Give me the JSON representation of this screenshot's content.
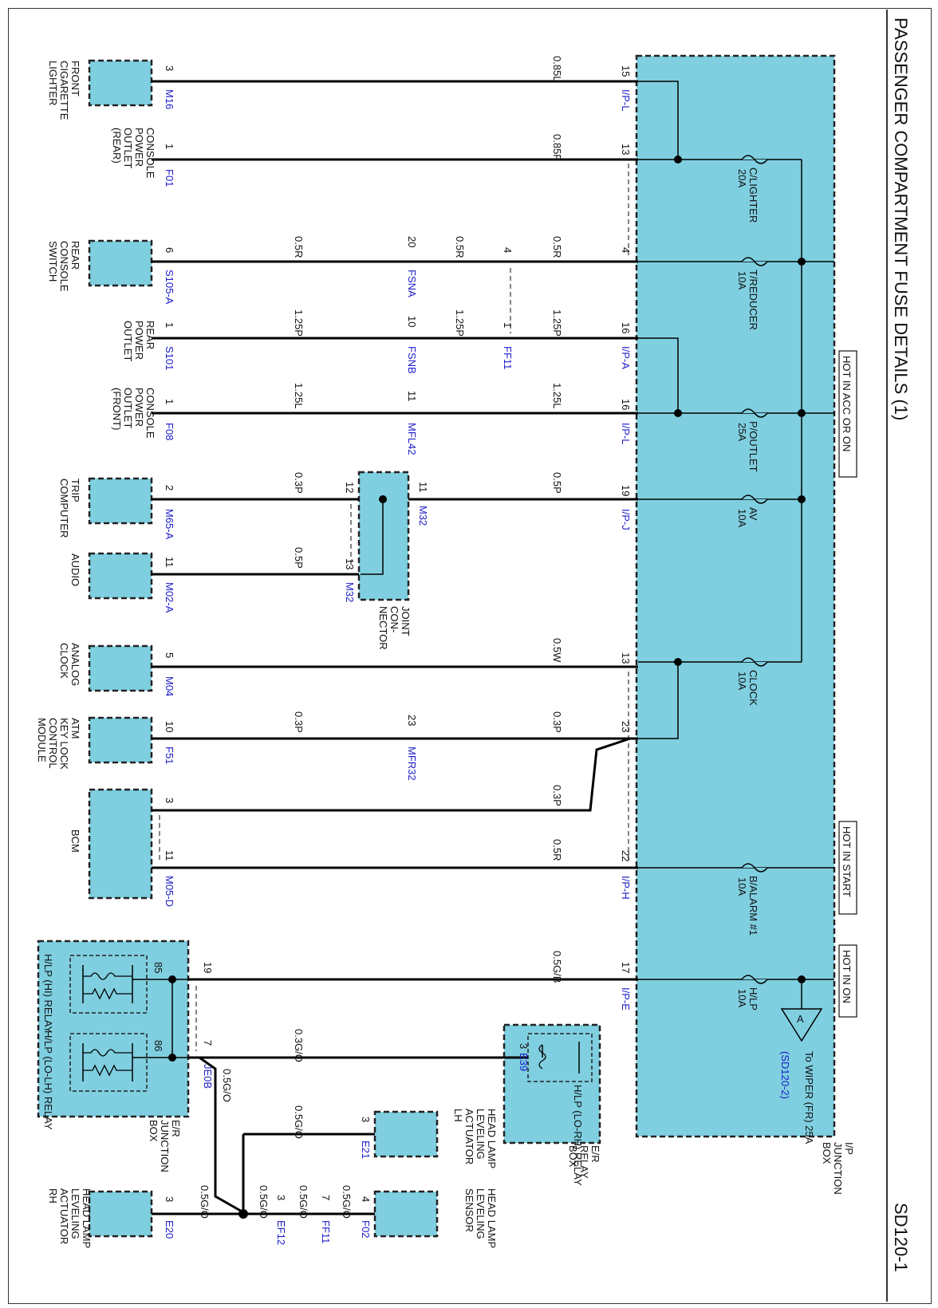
{
  "title": "PASSENGER COMPARTMENT FUSE DETAILS (1)",
  "page_code": "SD120-1",
  "supply_labels": {
    "acc_on": "HOT IN ACC OR ON",
    "start": "HOT IN START",
    "on": "HOT IN ON"
  },
  "junction_boxes": {
    "ip": "I/P JUNCTION BOX",
    "er_relay": "E/R RELAY BOX",
    "er_junction": "E/R JUNCTION BOX",
    "joint": "JOINT CON- NECTOR"
  },
  "offpage": {
    "letter": "A",
    "text": "To WIPER (FR) 25A",
    "ref": "(SD120-2)"
  },
  "fuses": [
    {
      "name": "C/LIGHTER",
      "rating": "20A"
    },
    {
      "name": "T/REDUCER",
      "rating": "10A"
    },
    {
      "name": "P/OUTLET",
      "rating": "25A"
    },
    {
      "name": "AV",
      "rating": "10A"
    },
    {
      "name": "CLOCK",
      "rating": "10A"
    },
    {
      "name": "B/ALARM #1",
      "rating": "10A"
    },
    {
      "name": "H/LP",
      "rating": "10A"
    }
  ],
  "circuits": [
    {
      "component": "FRONT CIGARETTE LIGHTER",
      "pin_comp": "3",
      "conn_comp": "M16",
      "wire": "0.85L",
      "pin_jb": "15",
      "conn_jb": "I/P-L"
    },
    {
      "component": "CONSOLE POWER OUTLET (REAR)",
      "pin_comp": "1",
      "conn_comp": "F01",
      "wire": "0.85P",
      "pin_jb": "13",
      "conn_jb": ""
    },
    {
      "component": "REAR CONSOLE SWITCH",
      "pin_comp": "6",
      "conn_comp": "S105-A",
      "wire": "0.5R",
      "mid_pin": "20",
      "mid_conn": "FSNA",
      "wire2": "0.5R",
      "mid2_pin": "4",
      "wire3": "0.5R",
      "pin_jb": "4",
      "conn_jb": ""
    },
    {
      "component": "REAR POWER OUTLET",
      "pin_comp": "1",
      "conn_comp": "S101",
      "wire": "1.25P",
      "mid_pin": "10",
      "mid_conn": "FSNB",
      "wire2": "1.25P",
      "mid2_pin": "1",
      "mid2_conn": "FF11",
      "wire3": "1.25P",
      "pin_jb": "16",
      "conn_jb": "I/P-A"
    },
    {
      "component": "CONSOLE POWER OUTLET (FRONT)",
      "pin_comp": "1",
      "conn_comp": "F08",
      "wire": "1.25L",
      "mid_pin": "11",
      "mid_conn": "MFL42",
      "wire3": "1.25L",
      "pin_jb": "16",
      "conn_jb": "I/P-L"
    },
    {
      "component": "TRIP COMPUTER",
      "pin_comp": "2",
      "conn_comp": "M65-A",
      "wire": "0.3P",
      "mid_pin": "12",
      "joint_pin": "11",
      "joint_conn": "M32",
      "wire3": "0.5P",
      "pin_jb": "19",
      "conn_jb": "I/P-J"
    },
    {
      "component": "AUDIO",
      "pin_comp": "11",
      "conn_comp": "M02-A",
      "wire": "0.5P",
      "mid_pin": "13",
      "mid_conn": "M32"
    },
    {
      "component": "ANALOG CLOCK",
      "pin_comp": "5",
      "conn_comp": "M04",
      "wire": "0.5W",
      "pin_jb": "13",
      "conn_jb": ""
    },
    {
      "component": "ATM KEY LOCK CONTROL MODULE",
      "pin_comp": "10",
      "conn_comp": "F51",
      "wire": "0.3P",
      "mid_pin": "23",
      "mid_conn": "MFR32",
      "wire3": "0.3P",
      "pin_jb": "23",
      "conn_jb": ""
    },
    {
      "component": "BCM",
      "pin_comp": "3",
      "wire": "0.3P"
    },
    {
      "component": "",
      "pin_comp": "11",
      "conn_comp": "M05-D",
      "wire": "0.5R",
      "pin_jb": "22",
      "conn_jb": "I/P-H"
    }
  ],
  "headlamp": {
    "wire_main": "0.5G/B",
    "pin_jb": "17",
    "conn_jb": "I/P-E",
    "er_pin_in": "19",
    "er_pin_out": "7",
    "er_conn": "JE0B",
    "relay_hi": "H/LP (HI) RELAY",
    "relay_lo_lh": "H/LP (LO-LH) RELAY",
    "relay_lo_rh": "H/LP (LO-RH) RELAY",
    "pin_85": "85",
    "pin_86": "86",
    "wire_relay": "0.3G/O",
    "relay_rh_pin": "3",
    "relay_rh_conn": "E39",
    "wire_go": "0.5G/O",
    "actuator_lh": "HEAD LAMP LEVELING ACTUATOR LH",
    "actuator_lh_pin": "3",
    "actuator_lh_conn": "E21",
    "sensor": "HEAD LAMP LEVELING SENSOR",
    "sensor_pin": "4",
    "sensor_conn": "F02",
    "ff11_pin": "7",
    "ff11_conn": "FF11",
    "ef12_pin": "3",
    "ef12_conn": "EF12",
    "actuator_rh": "HEAD LAMP LEVELING ACTUATOR RH",
    "actuator_rh_pin": "3",
    "actuator_rh_conn": "E20"
  }
}
